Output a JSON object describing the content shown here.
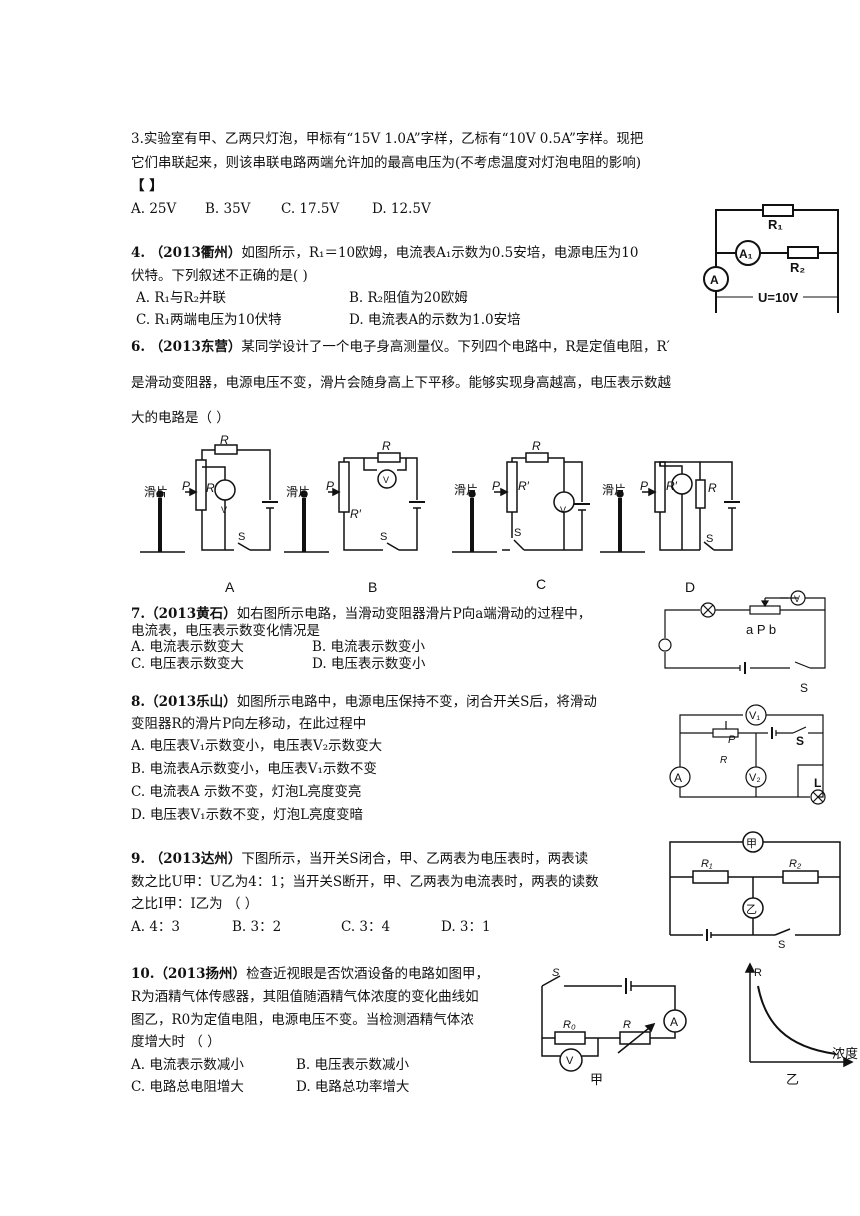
{
  "q3": {
    "line1": "3.实验室有甲、乙两只灯泡，甲标有“15V  1.0A”字样，乙标有“10V  0.5A”字样。现把",
    "line2": "它们串联起来，则该串联电路两端允许加的最高电压为(不考虑温度对灯泡电阻的影响)",
    "bracket": "【      】",
    "options": [
      "A. 25V",
      "B. 35V",
      "C. 17.5V",
      "D. 12.5V"
    ]
  },
  "q4": {
    "source": "4. （2013衢州）",
    "line1": "如图所示，R₁＝10欧姆，电流表A₁示数为0.5安培，电源电压为10",
    "line2": "伏特。下列叙述不正确的是(      )",
    "options": [
      "A. R₁与R₂并联",
      "B. R₂阻值为20欧姆",
      "C. R₁两端电压为10伏特",
      "D. 电流表A的示数为1.0安培"
    ],
    "fig": {
      "r1": "R₁",
      "r2": "R₂",
      "a1": "A₁",
      "a": "A",
      "u": "U=10V"
    }
  },
  "q6": {
    "source": "6. （2013东营）",
    "line1": "某同学设计了一个电子身高测量仪。下列四个电路中，R是定值电阻，R′",
    "line2": "是滑动变阻器，电源电压不变，滑片会随身高上下平移。能够实现身高越高，电压表示数越",
    "line3": "大的电路是（      ）",
    "fig": {
      "slider": "滑片",
      "p": "P",
      "r": "R",
      "rp": "R′",
      "v": "V",
      "s": "S"
    },
    "labels": [
      "A",
      "B",
      "C",
      "D"
    ]
  },
  "q7": {
    "source": "7.（2013黄石）",
    "line1": "如右图所示电路，当滑动变阻器滑片P向a端滑动的过程中，",
    "line2": "电流表，电压表示数变化情况是",
    "options": [
      "A. 电流表示数变大",
      "B. 电流表示数变小",
      "C. 电压表示数变大",
      "D. 电压表示数变小"
    ],
    "fig": {
      "apb": "a  P  b",
      "s": "S",
      "v": "V"
    }
  },
  "q8": {
    "source": "8.（2013乐山）",
    "line1": "如图所示电路中，电源电压保持不变，闭合开关S后，将滑动",
    "line2": "变阻器R的滑片P向左移动，在此过程中",
    "options": [
      "A. 电压表V₁示数变小，电压表V₂示数变大",
      "B. 电流表A示数变小，电压表V₁示数不变",
      "C. 电流表A  示数不变，灯泡L亮度变亮",
      "D. 电压表V₁示数不变，灯泡L亮度变暗"
    ],
    "fig": {
      "v1": "V₁",
      "v2": "V₂",
      "a": "A",
      "p": "P",
      "r": "R",
      "s": "S",
      "l": "L"
    }
  },
  "q9": {
    "source": "9. （2013达州）",
    "line1": "下图所示，当开关S闭合，甲、乙两表为电压表时，两表读",
    "line2": "数之比U甲：U乙为4：1；当开关S断开，甲、乙两表为电流表时，两表的读数",
    "line3": "之比I甲：I乙为    （      ）",
    "options": [
      "A. 4：3",
      "B. 3：2",
      "C. 3：4",
      "D. 3：1"
    ],
    "fig": {
      "jia": "甲",
      "yi": "乙",
      "r1": "R₁",
      "r2": "R₂",
      "s": "S"
    }
  },
  "q10": {
    "source": "10.（2013扬州）",
    "line1": "检查近视眼是否饮酒设备的电路如图甲，",
    "line2": "R为酒精气体传感器，其阻值随酒精气体浓度的变化曲线如",
    "line3": "图乙，R0为定值电阻，电源电压不变。当检测酒精气体浓",
    "line4": "度增大时  （      ）",
    "options": [
      "A. 电流表示数减小",
      "B. 电压表示数减小",
      "C. 电路总电阻增大",
      "D. 电路总功率增大"
    ],
    "fig": {
      "s": "S",
      "r0": "R₀",
      "r": "R",
      "a": "A",
      "v": "V",
      "jia": "甲",
      "yi": "乙",
      "axis_y": "R",
      "axis_x": "浓度"
    }
  }
}
